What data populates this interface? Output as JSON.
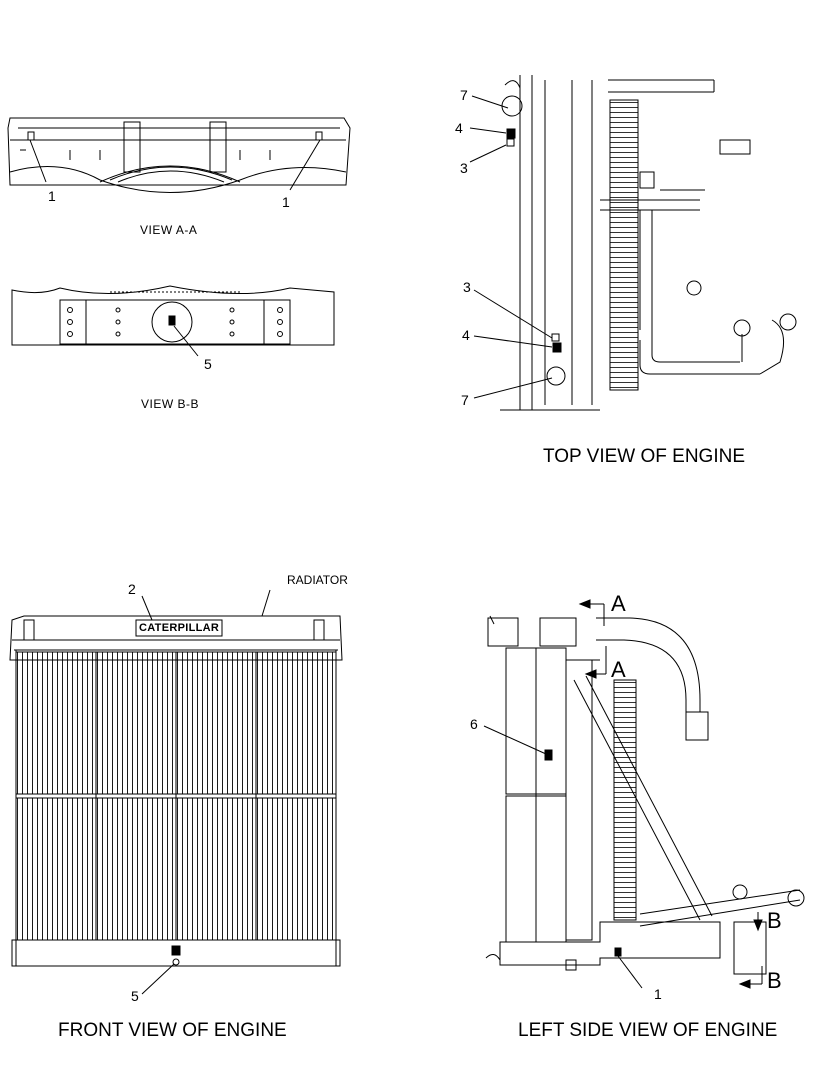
{
  "view_aa": {
    "title": "VIEW  A-A",
    "callout_left": "1",
    "callout_right": "1"
  },
  "view_bb": {
    "title": "VIEW  B-B",
    "callout": "5"
  },
  "top_view": {
    "title": "TOP VIEW OF ENGINE",
    "callouts": {
      "a7": "7",
      "a4": "4",
      "a3": "3",
      "b3": "3",
      "b4": "4",
      "b7": "7"
    }
  },
  "front_view": {
    "title": "FRONT VIEW OF ENGINE",
    "radiator_label": "RADIATOR",
    "callout_2": "2",
    "callout_5": "5",
    "logo_text": "CATERPILLAR"
  },
  "left_view": {
    "title": "LEFT SIDE VIEW OF ENGINE",
    "callout_6": "6",
    "callout_1": "1",
    "section_a_top": "A",
    "section_a_bottom": "A",
    "section_b_top": "B",
    "section_b_bottom": "B"
  }
}
